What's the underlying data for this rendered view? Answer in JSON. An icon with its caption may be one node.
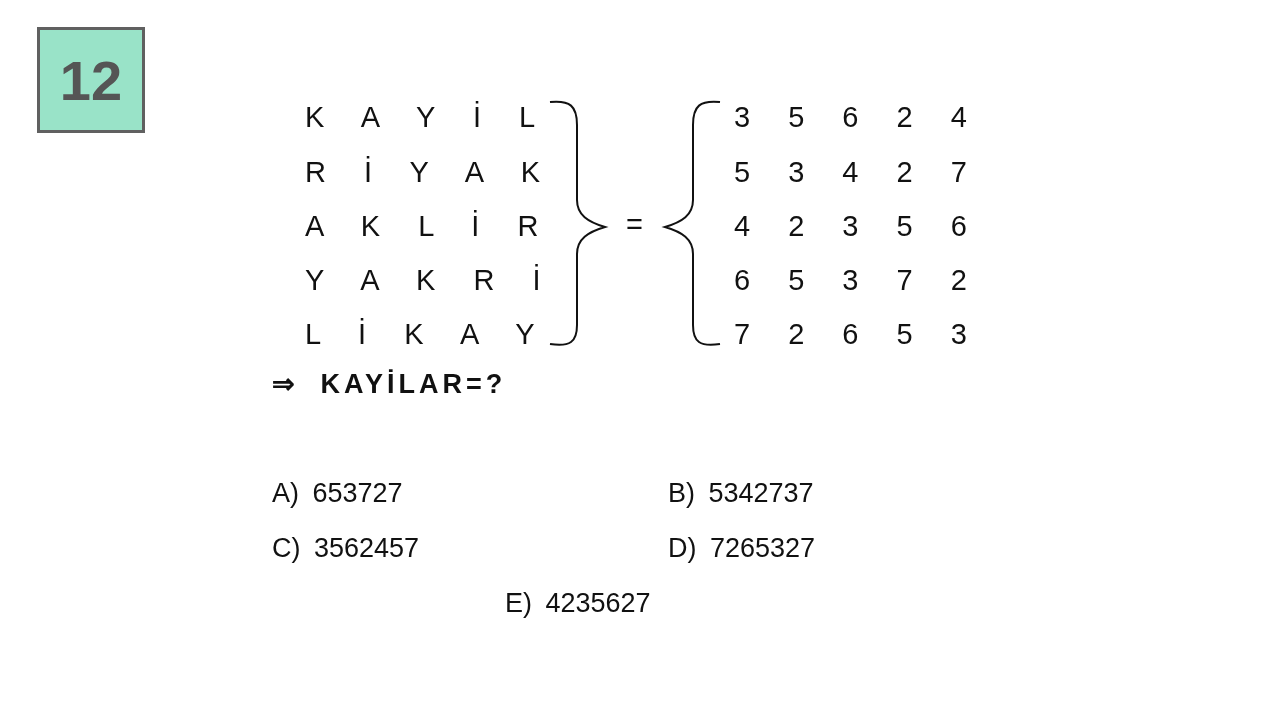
{
  "diagram": {
    "nodes": [
      {
        "text": [
          "12"
        ]
      }
    ],
    "labels": [
      "K A Y İ L",
      "R İ Y A K",
      "A K L İ R",
      "Y A K R İ",
      "L İ K A Y",
      "=",
      "3 5 6 2 4",
      "5 3 4 2 7",
      "4 2 3 5 6",
      "6 5 3 7 2",
      "7 2 6 5 3",
      "⇒ KAYİLAR=?",
      "A) 653727",
      "B) 5342737",
      "C) 3562457",
      "D) 7265327",
      "E) 4235627"
    ]
  }
}
